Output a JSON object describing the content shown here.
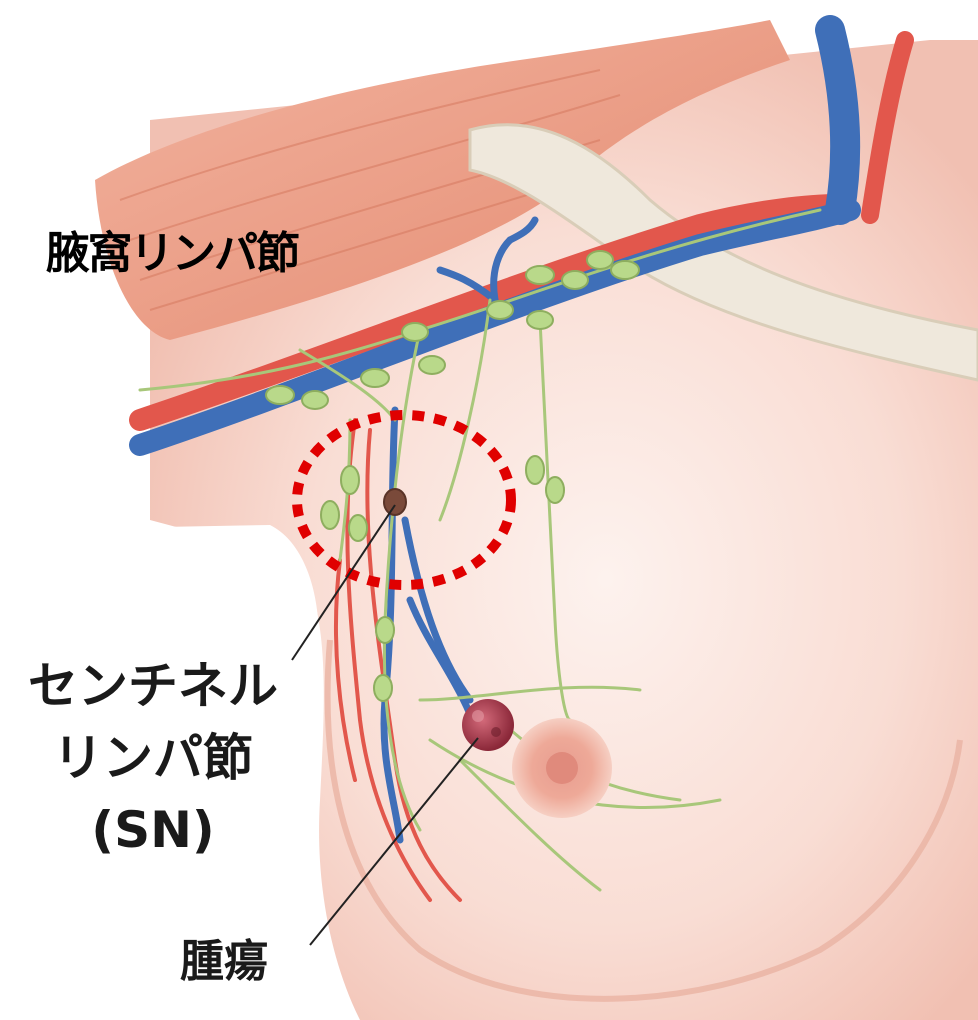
{
  "labels": {
    "axillary_nodes": "腋窩リンパ節",
    "sentinel_line1": "センチネル",
    "sentinel_line2": "リンパ節",
    "sentinel_line3": "(SN)",
    "tumor": "腫瘍"
  },
  "colors": {
    "skin": "#f6cfc3",
    "skin_light": "#fbe6df",
    "muscle": "#e9967a",
    "vein": "#3f6fb8",
    "artery": "#e2574c",
    "lymph": "#a8c77a",
    "lymph_node": "#b9d98a",
    "highlight_circle": "#e00000",
    "tumor": "#a8384a"
  }
}
